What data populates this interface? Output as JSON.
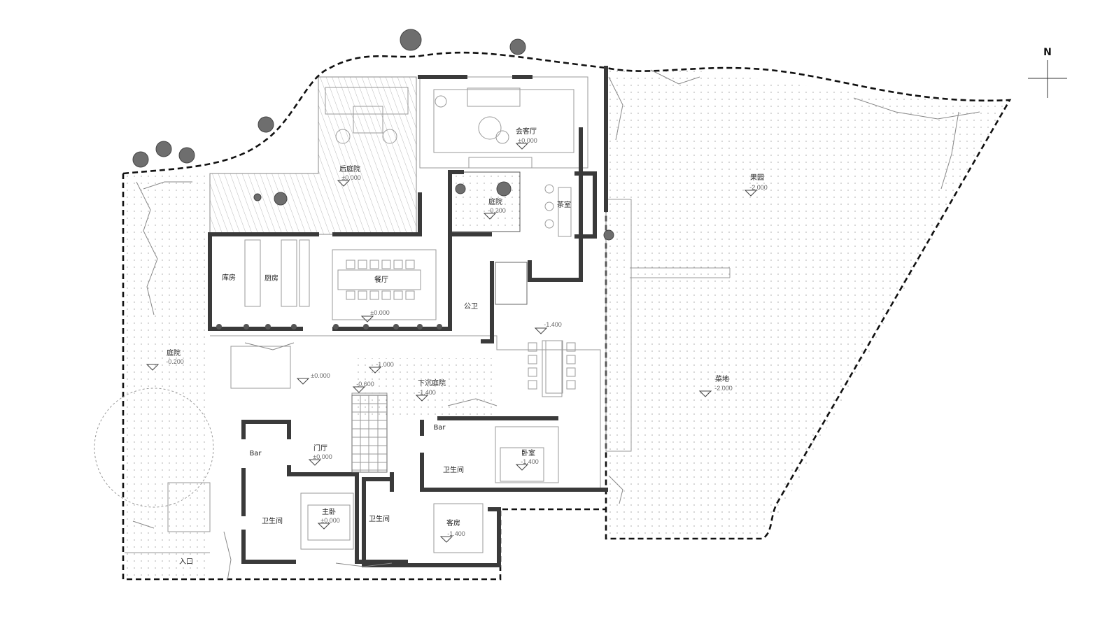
{
  "plan": {
    "north_label": "N",
    "rooms": {
      "back_courtyard": {
        "name": "后庭院",
        "level": "±0.000"
      },
      "living_room": {
        "name": "会客厅",
        "level": "±0.000"
      },
      "inner_courtyard": {
        "name": "庭院",
        "level": "-0.200"
      },
      "tea_room": {
        "name": "茶室"
      },
      "storage": {
        "name": "库房"
      },
      "kitchen": {
        "name": "厨房"
      },
      "dining": {
        "name": "餐厅",
        "level": "±0.000"
      },
      "public_wc": {
        "name": "公卫"
      },
      "lower_dining_level": "-1.400",
      "orchard": {
        "name": "果园",
        "level": "-2.000"
      },
      "west_courtyard": {
        "name": "庭院",
        "level": "-0.200"
      },
      "passage_level": "±0.000",
      "step_level_1": "-1.000",
      "step_level_2": "-0.600",
      "sunken_courtyard": {
        "name": "下沉庭院",
        "level": "-1.400"
      },
      "vegetable_garden": {
        "name": "菜地",
        "level": "-2.000"
      },
      "bar_east": "Bar",
      "bar_west": "Bar",
      "foyer": {
        "name": "门厅",
        "level": "±0.000"
      },
      "bedroom": {
        "name": "卧室",
        "level": "-1.400"
      },
      "bath_bedroom": {
        "name": "卫生间"
      },
      "bath_master": {
        "name": "卫生间"
      },
      "master_bedroom": {
        "name": "主卧",
        "level": "±0.000"
      },
      "bath_guest": {
        "name": "卫生间"
      },
      "guest_room": {
        "name": "客房",
        "level": "-1.400"
      },
      "entrance": {
        "name": "入口"
      }
    }
  }
}
